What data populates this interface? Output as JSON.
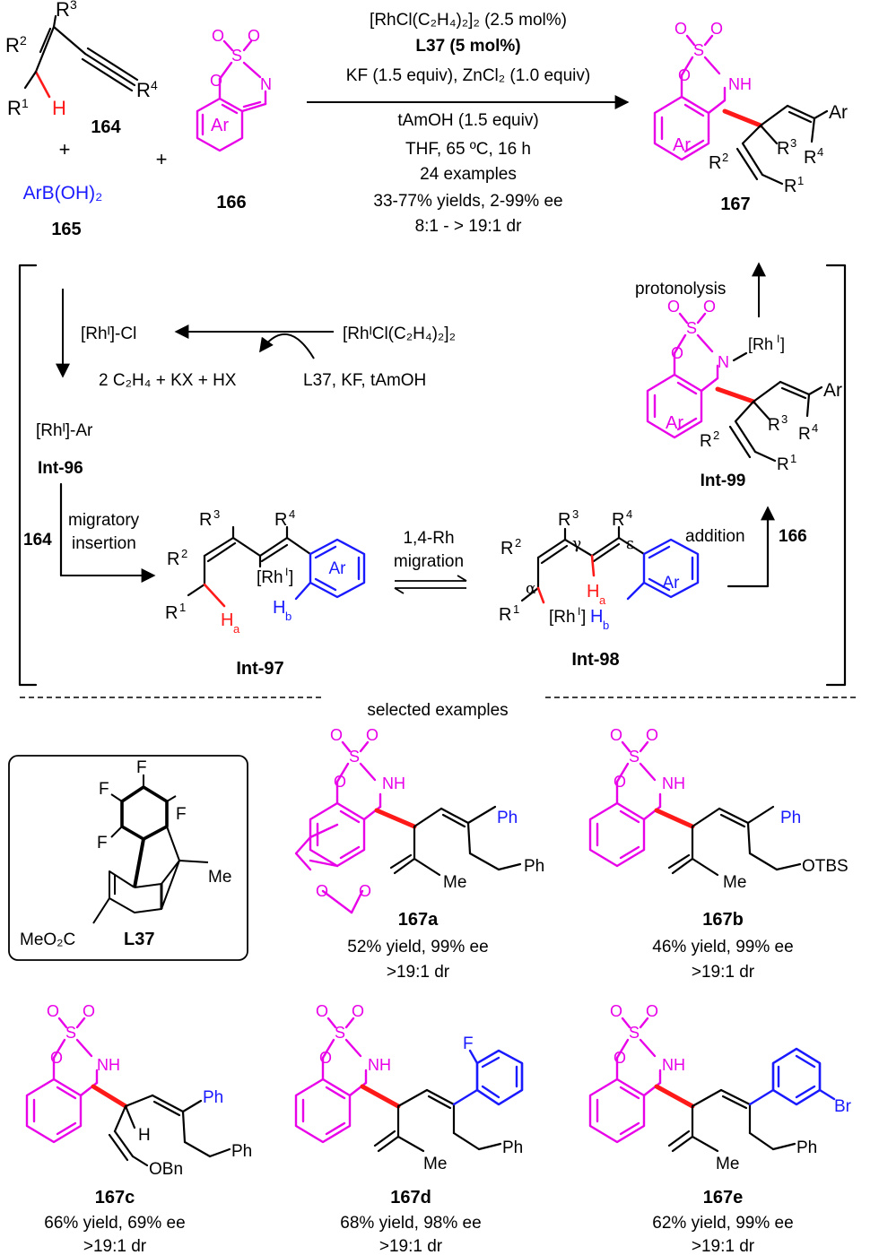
{
  "scheme": {
    "conditions": [
      "[RhCl(C₂H₄)₂]₂ (2.5 mol%)",
      "L37 (5 mol%)",
      "KF (1.5 equiv), ZnCl₂ (1.0 equiv)",
      "tAmOH (1.5 equiv)",
      "THF, 65 ºC, 16 h",
      "24 examples",
      "33-77% yields, 2-99% ee",
      "8:1 - > 19:1 dr"
    ],
    "reactant_enyne": "164",
    "reactant_boronic": "ArB(OH)₂",
    "reactant_boronic_id": "165",
    "reactant_imine": "166",
    "product": "167",
    "plus": "+"
  },
  "cycle": {
    "rh_cl": "[Rhᴵ]-Cl",
    "catalyst": "[RhᴵCl(C₂H₄)₂]₂",
    "byproducts": "2 C₂H₄ + KX + HX",
    "additives": "L37, KF, tAmOH",
    "rh_ar": "[Rhᴵ]-Ar",
    "int96": "Int-96",
    "step_164": "164",
    "migratory": "migratory",
    "insertion": "insertion",
    "int97": "Int-97",
    "rh_migration_1": "1,4-Rh",
    "rh_migration_2": "migration",
    "int98": "Int-98",
    "addition": "addition",
    "step_166": "166",
    "int99": "Int-99",
    "protonolysis": "protonolysis"
  },
  "examples_header": "selected examples",
  "ligand": {
    "label": "L37",
    "ester": "MeO₂C",
    "me": "Me"
  },
  "examples": [
    {
      "id": "167a",
      "yield": "52% yield, 99% ee",
      "dr": ">19:1 dr"
    },
    {
      "id": "167b",
      "yield": "46% yield, 99% ee",
      "dr": ">19:1 dr"
    },
    {
      "id": "167c",
      "yield": "66% yield, 69% ee",
      "dr": ">19:1 dr"
    },
    {
      "id": "167d",
      "yield": "68% yield, 98% ee",
      "dr": ">19:1 dr"
    },
    {
      "id": "167e",
      "yield": "62% yield, 99% ee",
      "dr": ">19:1 dr"
    }
  ],
  "colors": {
    "scaffold": "#e800e8",
    "aryl": "#1a1aff",
    "bond": "#ff1a1a"
  }
}
